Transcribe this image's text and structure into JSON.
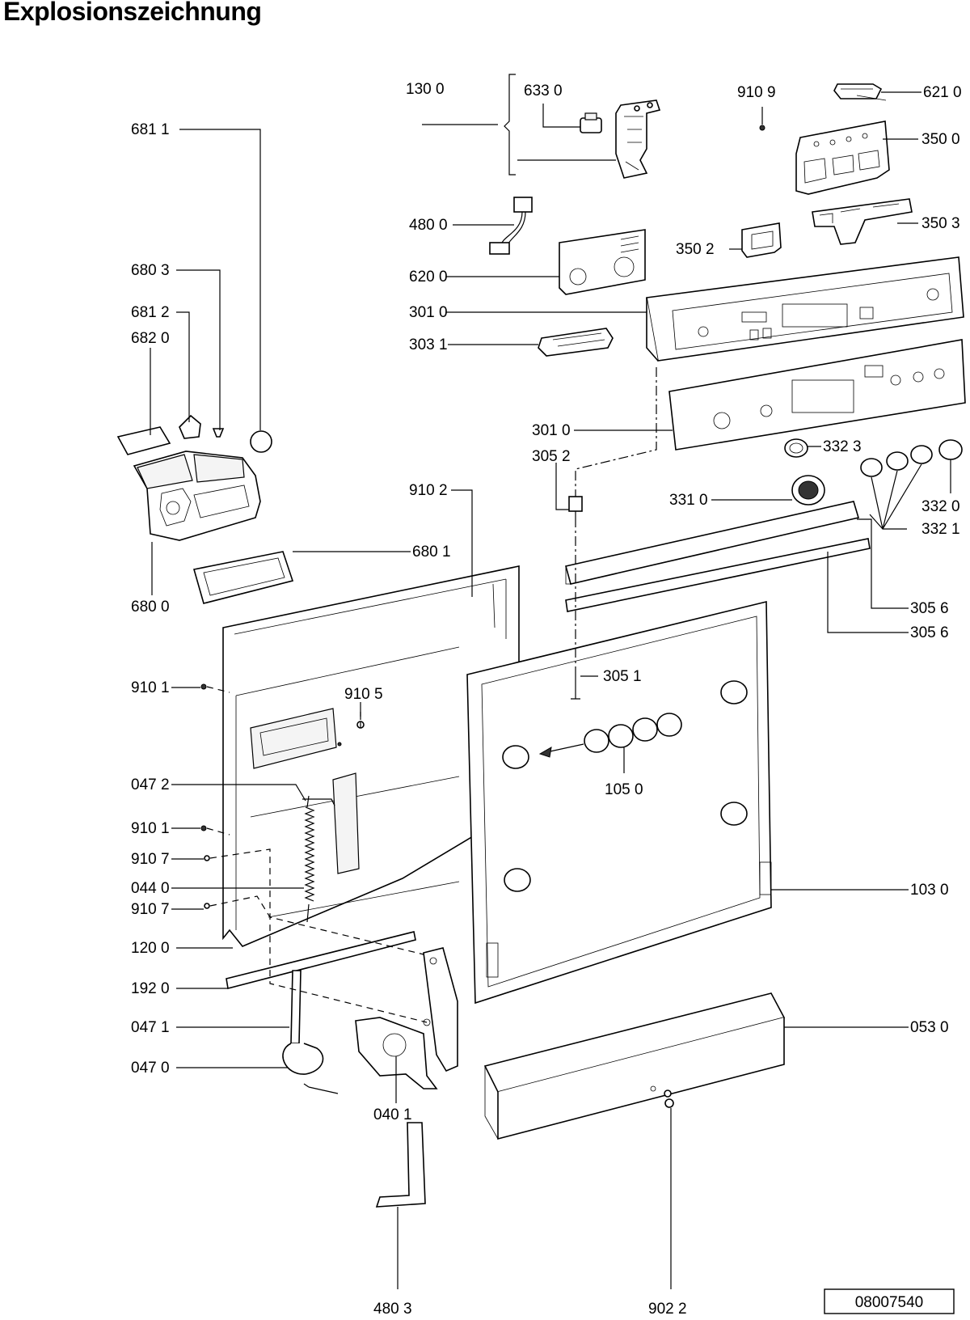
{
  "title": "Explosionszeichnung",
  "drawing_number": "08007540",
  "callouts": {
    "c6811": "681 1",
    "c1300": "130 0",
    "c6330": "633 0",
    "c9109": "910 9",
    "c6210": "621 0",
    "c3500": "350 0",
    "c3503": "350 3",
    "c4800": "480 0",
    "c3502": "350 2",
    "c6803": "680 3",
    "c6200": "620 0",
    "c3010a": "301 0",
    "c6812": "681 2",
    "c6820": "682 0",
    "c3031": "303 1",
    "c3010b": "301 0",
    "c3052": "305 2",
    "c3323": "332 3",
    "c9102": "910 2",
    "c3310": "331 0",
    "c3320": "332 0",
    "c3321": "332 1",
    "c6801": "680 1",
    "c6800": "680 0",
    "c3056a": "305 6",
    "c3056b": "305 6",
    "c9101a": "910 1",
    "c9105": "910 5",
    "c3051": "305 1",
    "c0472": "047 2",
    "c1050": "105 0",
    "c9101b": "910 1",
    "c9107a": "910 7",
    "c0440": "044 0",
    "c9107b": "910 7",
    "c1030": "103 0",
    "c1200": "120 0",
    "c1920": "192 0",
    "c0530": "053 0",
    "c0471": "047 1",
    "c0470": "047 0",
    "c0401": "040 1",
    "c4803": "480 3",
    "c9022": "902 2"
  }
}
